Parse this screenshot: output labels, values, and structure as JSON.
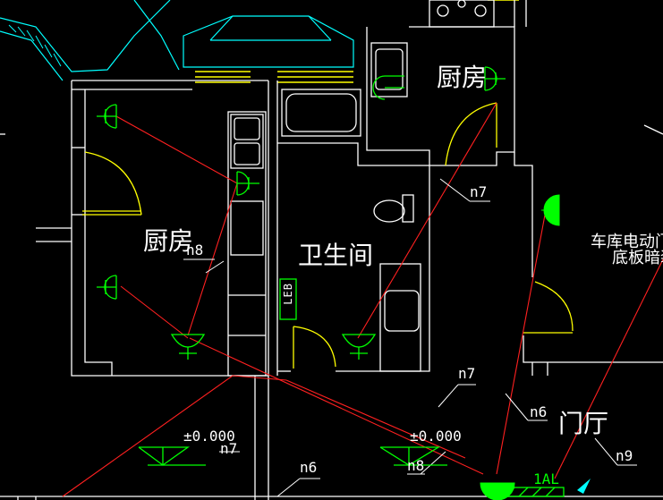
{
  "rooms": {
    "kitchen_left": "厨房",
    "kitchen_top": "厨房",
    "bathroom": "卫生间",
    "hall": "门厅",
    "garage_note_1": "车库电动门电",
    "garage_note_2": "底板暗装"
  },
  "circuits": {
    "n8_a": "n8",
    "n7_a": "n7",
    "n7_b": "n7",
    "n7_c": "n7",
    "n6_a": "n6",
    "n6_b": "n6",
    "n8_b": "n8",
    "n9": "n9"
  },
  "elevations": {
    "left": "±0.000",
    "right": "±0.000"
  },
  "panels": {
    "leb": "LEB",
    "main": "1AL"
  },
  "colors": {
    "wall": "#ffffff",
    "wire": "#ff2020",
    "fixture": "#00ff00",
    "door": "#ffff00",
    "roof": "#00ffff",
    "text": "#ffffff"
  }
}
